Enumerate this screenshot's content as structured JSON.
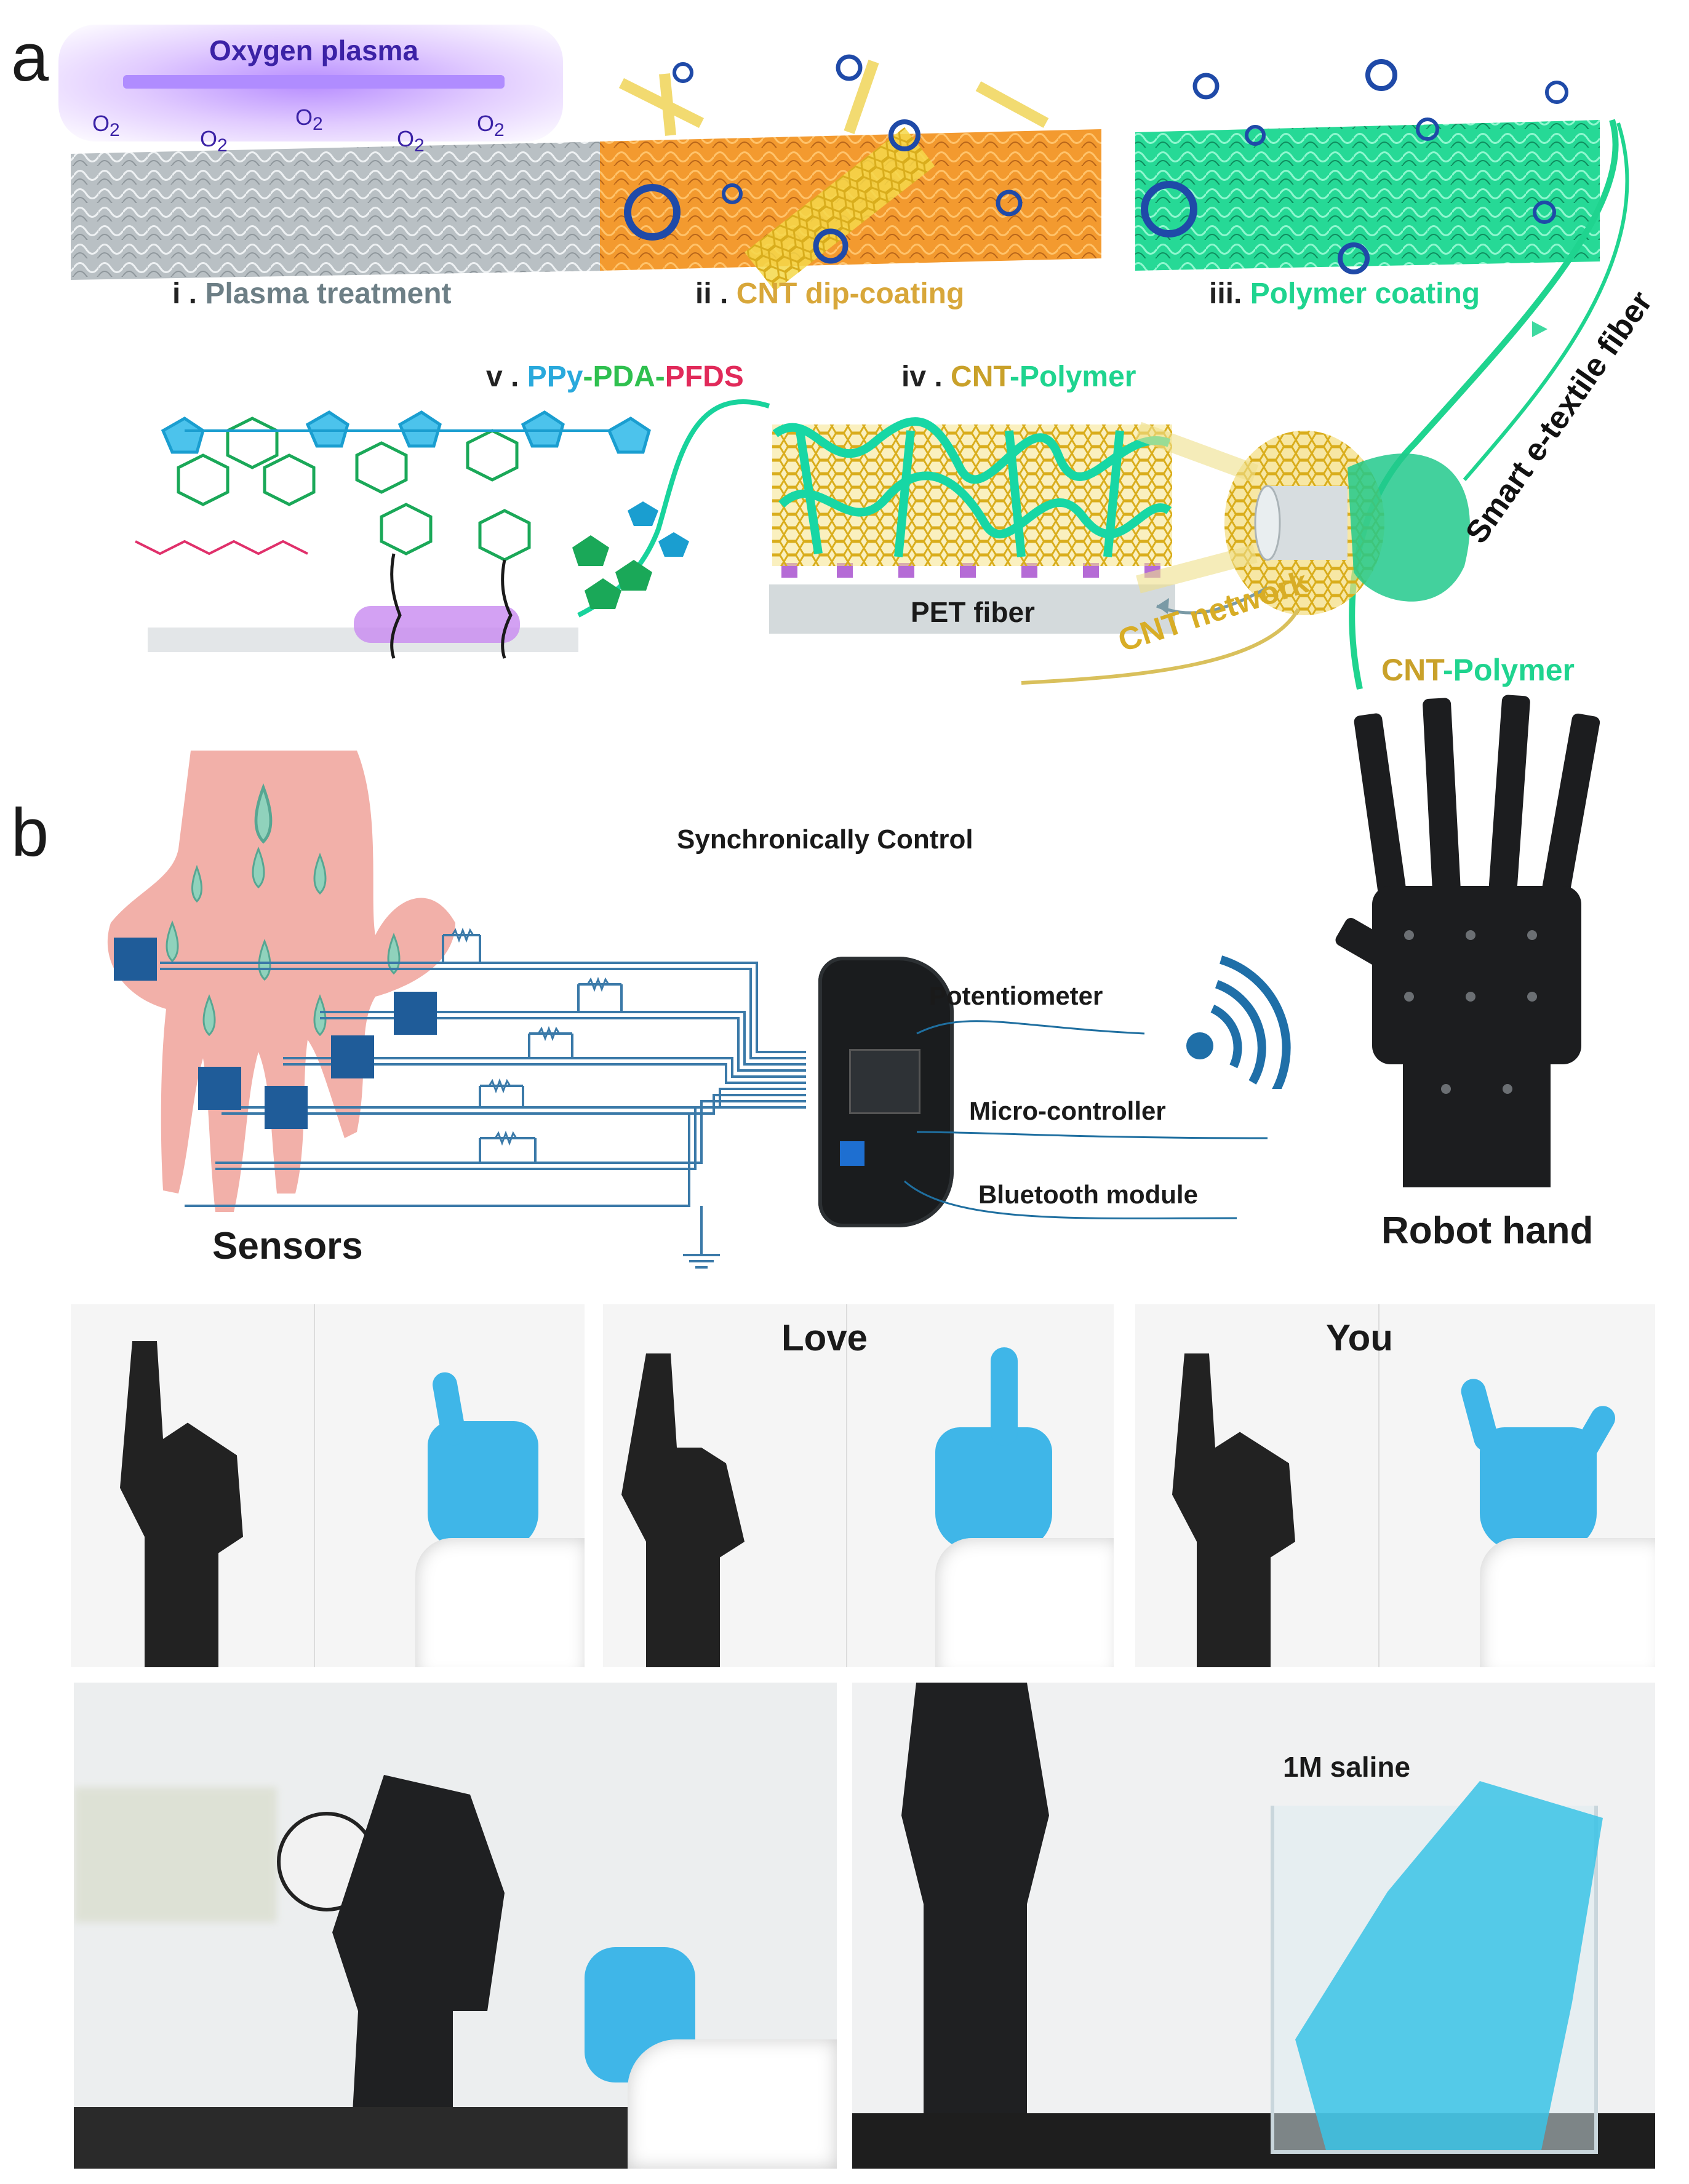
{
  "panel_a": {
    "letter": "a",
    "oxygen_plasma": "Oxygen plasma",
    "o2": "O",
    "o2_sub": "2",
    "step_i_num": "i .",
    "step_i": "Plasma treatment",
    "step_ii_num": "ii .",
    "step_ii": "CNT dip-coating",
    "step_iii_num": "iii.",
    "step_iii": "Polymer coating",
    "step_iv_num": "iv .",
    "step_iv_a": "CNT",
    "step_iv_b": "-Polymer",
    "step_v_num": "v .",
    "step_v_a": "PPy",
    "step_v_b": "-PDA-",
    "step_v_c": "PFDS",
    "pet_fiber": "PET fiber",
    "cnt_network": "CNT network",
    "smart_fiber": "Smart e-textile fiber",
    "cnt_polymer_a": "CNT",
    "cnt_polymer_b": "-Polymer"
  },
  "panel_b": {
    "letter": "b",
    "sync_control": "Synchronically Control",
    "potentiometer": "Potentiometer",
    "micro_controller": "Micro-controller",
    "bluetooth": "Bluetooth module",
    "sensors": "Sensors",
    "robot_hand": "Robot hand",
    "love": "Love",
    "you": "You",
    "saline": "1M saline"
  },
  "colors": {
    "plasma_purple": "#8a5cf5",
    "orange": "#f2962a",
    "green": "#1fd48f",
    "gold": "#d6b028",
    "sensor_blue": "#1f5c99",
    "glove_blue": "#3fb6e8"
  }
}
